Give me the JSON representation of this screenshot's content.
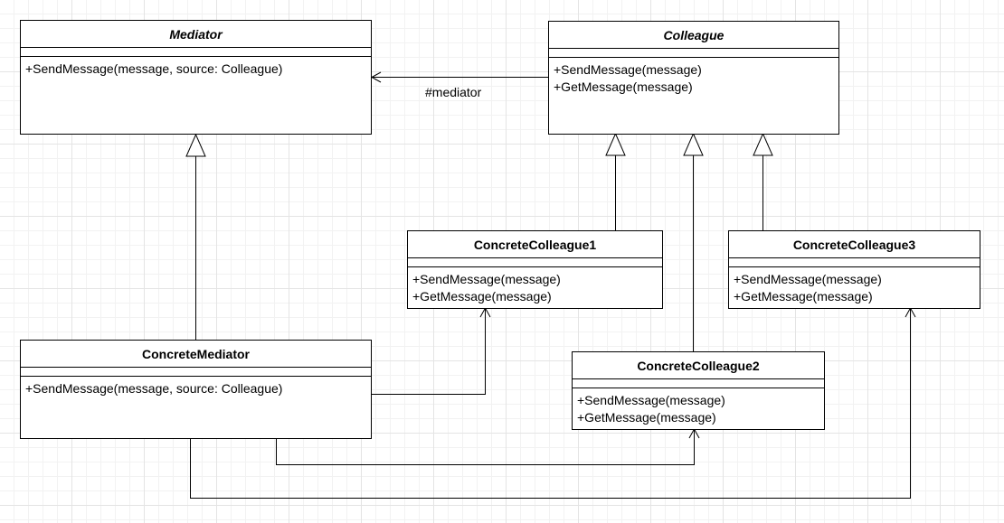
{
  "classes": {
    "mediator": {
      "name": "Mediator",
      "operations": [
        "+SendMessage(message, source: Colleague)"
      ]
    },
    "colleague": {
      "name": "Colleague",
      "operations": [
        "+SendMessage(message)",
        "+GetMessage(message)"
      ]
    },
    "concrete_colleague1": {
      "name": "ConcreteColleague1",
      "operations": [
        "+SendMessage(message)",
        "+GetMessage(message)"
      ]
    },
    "concrete_colleague3": {
      "name": "ConcreteColleague3",
      "operations": [
        "+SendMessage(message)",
        "+GetMessage(message)"
      ]
    },
    "concrete_mediator": {
      "name": "ConcreteMediator",
      "operations": [
        "+SendMessage(message, source: Colleague)"
      ]
    },
    "concrete_colleague2": {
      "name": "ConcreteColleague2",
      "operations": [
        "+SendMessage(message)",
        "+GetMessage(message)"
      ]
    }
  },
  "associations": {
    "colleague_to_mediator": {
      "role": "#mediator"
    }
  }
}
